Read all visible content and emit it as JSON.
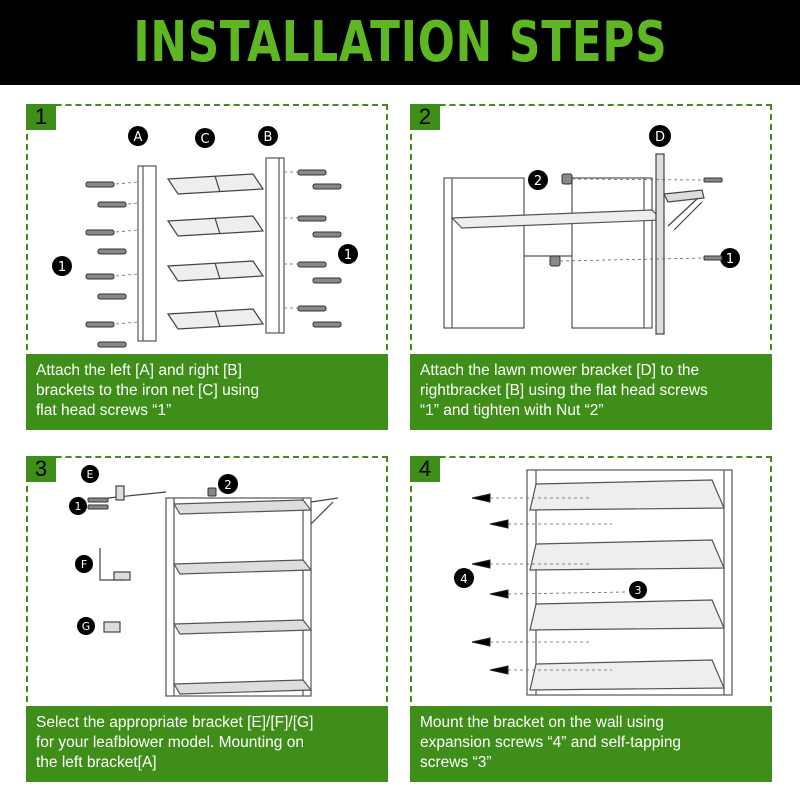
{
  "header": {
    "title": "INSTALLATION STEPS"
  },
  "colors": {
    "accent_green": "#3f8e1a",
    "title_green": "#5fb623",
    "header_bg": "#000000"
  },
  "steps": [
    {
      "number": "1",
      "caption": "Attach the left [A] and right [B]\nbrackets to the iron net [C] using\nflat head screws “1”",
      "labels": {
        "a": "A",
        "c": "C",
        "b": "B",
        "screw_left": "1",
        "screw_right": "1"
      }
    },
    {
      "number": "2",
      "caption": "Attach the lawn mower bracket [D] to the\nrightbracket [B] using the flat head screws\n“1” and tighten with Nut “2”",
      "labels": {
        "d": "D",
        "nut": "2",
        "screw": "1"
      }
    },
    {
      "number": "3",
      "caption": "Select the appropriate bracket [E]/[F]/[G]\nfor your leafblower model. Mounting on\nthe left bracket[A]",
      "labels": {
        "e": "E",
        "screw": "1",
        "nut": "2",
        "f": "F",
        "g": "G"
      }
    },
    {
      "number": "4",
      "caption": "Mount the bracket on the wall using\nexpansion screws “4” and self-tapping\nscrews “3”",
      "labels": {
        "expansion": "4",
        "self_tapping": "3"
      }
    }
  ]
}
